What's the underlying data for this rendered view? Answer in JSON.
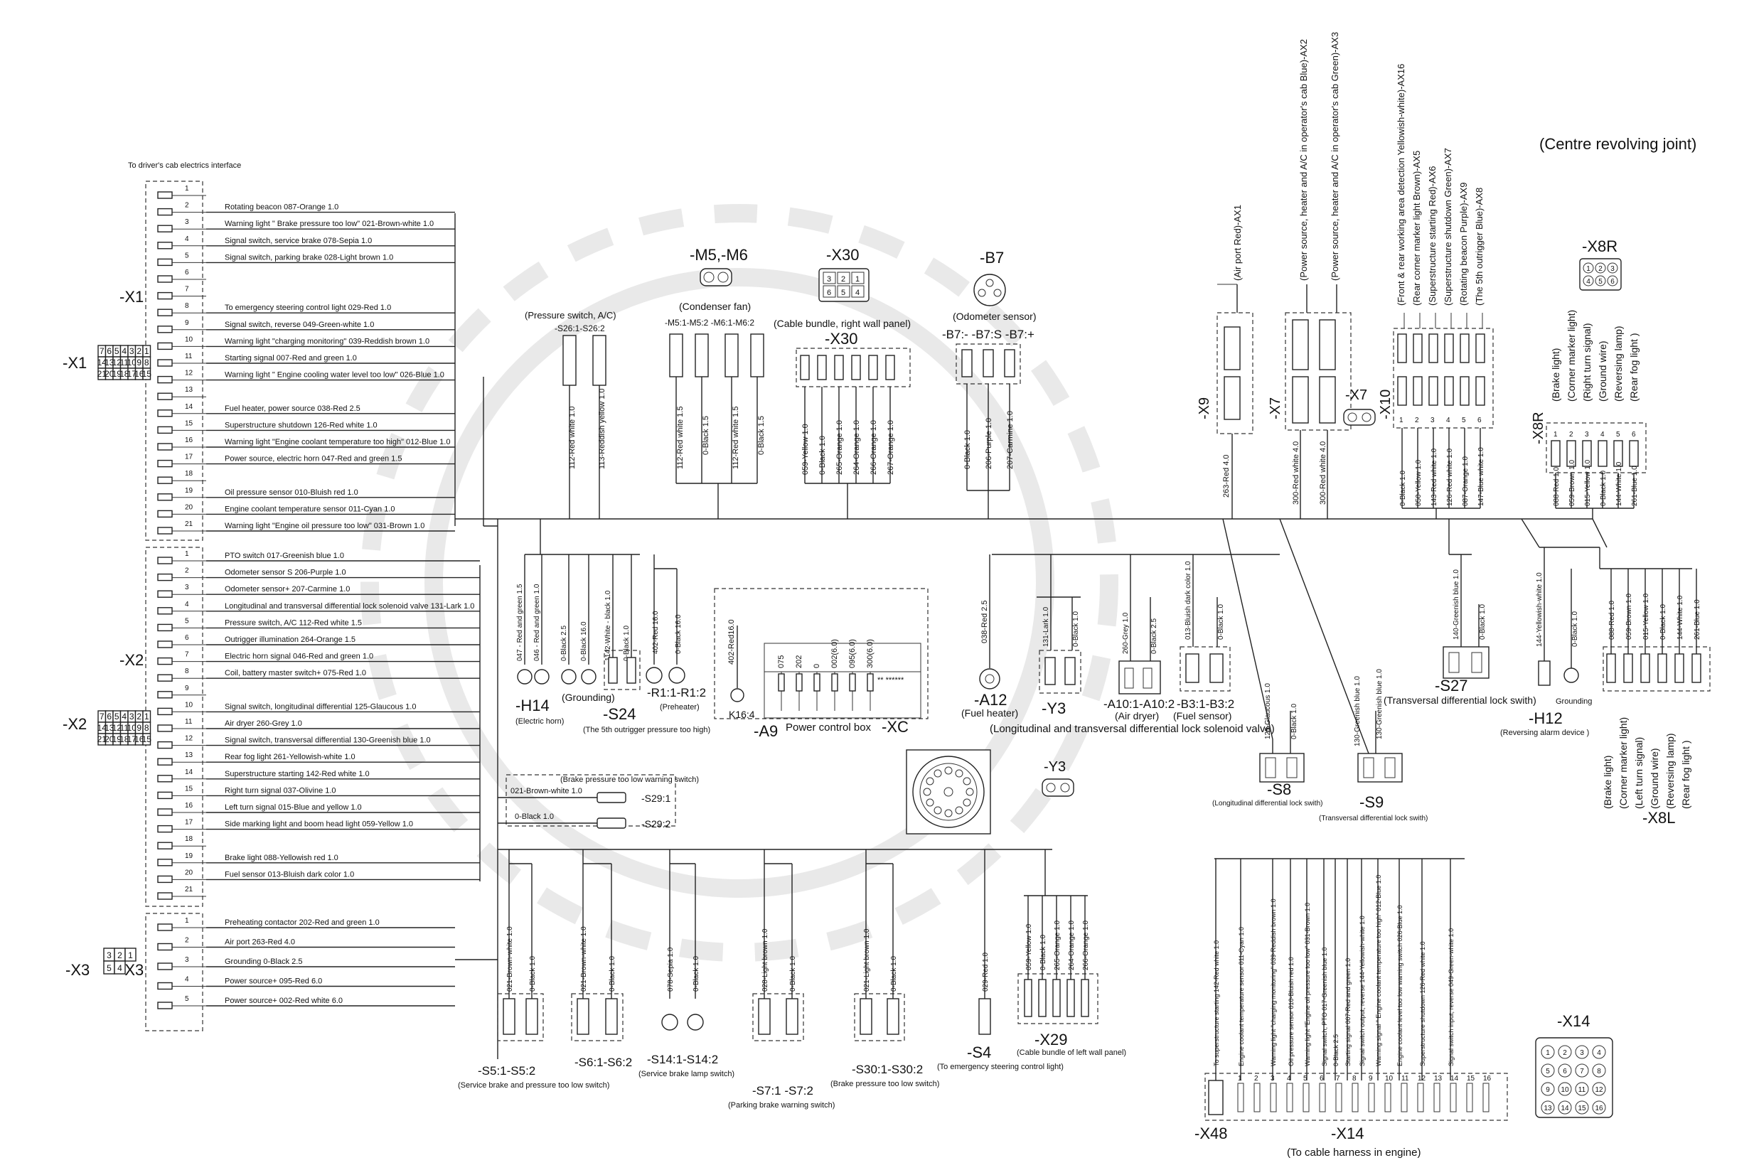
{
  "top_note": "To driver's cab electrics interface",
  "centre_joint": "(Centre revolving joint)",
  "x1": {
    "label": "-X1",
    "pins": [
      {
        "n": "1",
        "t": ""
      },
      {
        "n": "2",
        "t": "Rotating beacon 087-Orange 1.0"
      },
      {
        "n": "3",
        "t": "Warning light \" Brake pressure too low\" 021-Brown-white 1.0"
      },
      {
        "n": "4",
        "t": "Signal switch, service brake 078-Sepia 1.0"
      },
      {
        "n": "5",
        "t": "Signal switch, parking brake 028-Light brown 1.0"
      },
      {
        "n": "6",
        "t": ""
      },
      {
        "n": "7",
        "t": ""
      },
      {
        "n": "8",
        "t": "To emergency steering control light 029-Red 1.0"
      },
      {
        "n": "9",
        "t": "Signal switch, reverse 049-Green-white 1.0"
      },
      {
        "n": "10",
        "t": "Warning light \"charging monitoring\" 039-Reddish brown 1.0"
      },
      {
        "n": "11",
        "t": "Starting signal 007-Red and green 1.0"
      },
      {
        "n": "12",
        "t": "Warning light \" Engine cooling water level too low\" 026-Blue 1.0"
      },
      {
        "n": "13",
        "t": ""
      },
      {
        "n": "14",
        "t": "Fuel heater, power source 038-Red 2.5"
      },
      {
        "n": "15",
        "t": "Superstructure shutdown 126-Red white 1.0"
      },
      {
        "n": "16",
        "t": "Warning light \"Engine coolant temperature too high\" 012-Blue 1.0"
      },
      {
        "n": "17",
        "t": "Power source, electric horn 047-Red and green 1.5"
      },
      {
        "n": "18",
        "t": ""
      },
      {
        "n": "19",
        "t": "Oil pressure sensor 010-Bluish red 1.0"
      },
      {
        "n": "20",
        "t": "Engine coolant temperature sensor 011-Cyan 1.0"
      },
      {
        "n": "21",
        "t": "Warning light \"Engine oil pressure too low\" 031-Brown 1.0"
      }
    ]
  },
  "x2": {
    "label": "-X2",
    "pins": [
      {
        "n": "1",
        "t": "PTO switch 017-Greenish blue 1.0"
      },
      {
        "n": "2",
        "t": "Odometer sensor S 206-Purple 1.0"
      },
      {
        "n": "3",
        "t": "Odometer sensor+ 207-Carmine 1.0"
      },
      {
        "n": "4",
        "t": "Longitudinal and transversal differential lock solenoid valve 131-Lark 1.0"
      },
      {
        "n": "5",
        "t": "Pressure switch, A/C 112-Red white 1.5"
      },
      {
        "n": "6",
        "t": "Outrigger illumination 264-Orange 1.5"
      },
      {
        "n": "7",
        "t": "Electric horn signal 046-Red and green 1.0"
      },
      {
        "n": "8",
        "t": "Coil, battery master switch+ 075-Red 1.0"
      },
      {
        "n": "9",
        "t": ""
      },
      {
        "n": "10",
        "t": "Signal switch, longitudinal differential 125-Glaucous 1.0"
      },
      {
        "n": "11",
        "t": "Air dryer 260-Grey 1.0"
      },
      {
        "n": "12",
        "t": "Signal switch, transversal differential 130-Greenish blue 1.0"
      },
      {
        "n": "13",
        "t": "Rear fog light 261-Yellowish-white 1.0"
      },
      {
        "n": "14",
        "t": "Superstructure starting 142-Red white 1.0"
      },
      {
        "n": "15",
        "t": "Right turn signal 037-Olivine 1.0"
      },
      {
        "n": "16",
        "t": "Left turn signal 015-Blue and yellow 1.0"
      },
      {
        "n": "17",
        "t": "Side marking light and boom head light 059-Yellow 1.0"
      },
      {
        "n": "18",
        "t": ""
      },
      {
        "n": "19",
        "t": "Brake light 088-Yellowish red 1.0"
      },
      {
        "n": "20",
        "t": "Fuel sensor 013-Bluish dark color 1.0"
      },
      {
        "n": "21",
        "t": ""
      }
    ]
  },
  "x3": {
    "label": "-X3",
    "pins": [
      {
        "n": "1",
        "t": "Preheating contactor 202-Red and green 1.0"
      },
      {
        "n": "2",
        "t": "Air port 263-Red 4.0"
      },
      {
        "n": "3",
        "t": "Grounding 0-Black 2.5"
      },
      {
        "n": "4",
        "t": "Power source+ 095-Red 6.0"
      },
      {
        "n": "5",
        "t": "Power source+ 002-Red white 6.0"
      }
    ]
  },
  "face_x1": [
    "7 6 5 4 3 2 1",
    "14 13 12 11 10 9 8",
    "21 20 19 18 17 16 15"
  ],
  "face_x3": [
    "3 2 1",
    "5 4"
  ],
  "components": {
    "s26_caption": "(Pressure switch, A/C)",
    "s26_pins": "-S26:1-S26:2",
    "s26_wires": [
      "112-Red white 1.0",
      "113-Reddish yellow 1.0"
    ],
    "m5m6": "-M5,-M6",
    "m5m6_caption": "(Condenser fan)",
    "m5m6_pins": "-M5:1-M5:2 -M6:1-M6:2",
    "m5m6_wires": [
      "112-Red white 1.5",
      "0-Black 1.5",
      "112-Red white 1.5",
      "0-Black 1.5"
    ],
    "x30": "-X30",
    "x30_caption": "(Cable bundle, right wall panel)",
    "x30_wires": [
      "059-Yellow 1.0",
      "0-Black 1.0",
      "265-Orange 1.0",
      "264-Orange 1.0",
      "266-Orange 1.0",
      "267-Orange 1.0"
    ],
    "b7": "-B7",
    "b7_caption": "(Odometer sensor)",
    "b7_pins": "-B7:- -B7:S -B7:+",
    "b7_wires": [
      "0-Black 1.0",
      "206-Purple 1.0",
      "207-Carmine 1.0"
    ],
    "x9": "-X9",
    "x9_caption": "(Air port Red)-AX1",
    "x9_wire": "263-Red 4.0",
    "x7": "-X7",
    "x7_caption1": "(Power source, heater and A/C in operator's cab Blue)-AX2",
    "x7_caption2": "(Power source, heater and A/C in operator's cab Green)-AX3",
    "x7_wires": [
      "300-Red white 4.0",
      "300-Red white 4.0"
    ],
    "x10": "-X10",
    "x10_captions": [
      "(Front & rear working area detection Yellowish-white)-AX16",
      "(Rear corner marker light Brown)-AX5",
      "(Superstructure starting Red)-AX6",
      "(Superstructure shutdown Green)-AX7",
      "(Rotating beacon Purple)-AX9",
      "(The 5th outrigger Blue)-AX8"
    ],
    "x10_wires": [
      "0-Black 1.0",
      "050-Yellow 1.0",
      "143-Red white 1.0",
      "126-Red white 1.0",
      "087-Orange 1.0",
      "147-Blue white 1.0"
    ],
    "x8r": "-X8R",
    "x8r_captions": [
      "(Brake light)",
      "(Corner marker light)",
      "(Right turn signal)",
      "(Ground wire)",
      "(Reversing lamp)",
      "(Rear fog light )"
    ],
    "x8r_wires": [
      "088-Red 1.0",
      "059-Brown 1.0",
      "015-Yellow 1.0",
      "0-Black 1.0",
      "144-White 1.0",
      "261-Blue 1.0"
    ],
    "h14": "-H14",
    "h14_caption": "(Electric horn)",
    "grounding": "(Grounding)",
    "s24": "-S24",
    "s24_caption": "(The 5th outrigger pressure too high)",
    "h14_wires": [
      "047 - Red and green 1.5",
      "046 - Red and green 1.0",
      "0-Black 2.5",
      "0-Black 16.0",
      "1142-White - black 1.0",
      "0-Black 1.0"
    ],
    "r1": "-R1:1-R1:2",
    "r1_caption": "(Preheater)",
    "r1_wires": [
      "402-Red 16.0",
      "0-Black 16.0"
    ],
    "k16": "K16:4",
    "k16_wire": "402-Red16.0",
    "a9": "-A9",
    "xc": "-XC",
    "powerbox": "Power control box",
    "powerbox_cols": [
      "075",
      "202",
      "0",
      "002(6.0)",
      "095(6.0)",
      "300(6.0)"
    ],
    "a12": "-A12",
    "a12_caption": "(Fuel heater)",
    "a12_wire": "038-Red 2.5",
    "y3": "-Y3",
    "y3_wires": [
      "131-Lark 1.0",
      "0-Black 1.0"
    ],
    "y3_caption": "(Longitudinal and transversal differential lock solenoid valve)",
    "y3_face": "-Y3",
    "a10": "-A10:1-A10:2",
    "a10_caption": "(Air dryer)",
    "a10_wires": [
      "260-Grey 1.0",
      "0-Black 2.5"
    ],
    "b3": "-B3:1-B3:2",
    "b3_caption": "(Fuel sensor)",
    "b3_wires": [
      "013-Bluish dark color 1.0",
      "0-Black 1.0"
    ],
    "s8": "-S8",
    "s8_caption": "(Longitudinal differential lock swith)",
    "s8_wires": [
      "125-Glaucous 1.0",
      "0-Black 1.0"
    ],
    "s9": "-S9",
    "s9_caption": "(Transversal differential lock swith)",
    "s9_wires": [
      "130-Greenish blue 1.0",
      "130-Greenish blue 1.0"
    ],
    "s27": "-S27",
    "s27_caption": "(Transversal differential lock swith)",
    "s27_wires": [
      "140-Greenish blue 1.0",
      "0-Black 1.0"
    ],
    "h12": "-H12",
    "h12_caption": "(Reversing alarm device )",
    "h12_wires": [
      "144-Yellowish-white 1.0",
      "0-Black 1.0"
    ],
    "h12_ground": "Grounding",
    "x8l": "-X8L",
    "x8l_wires": [
      "088-Red 1.0",
      "059-Brown 1.0",
      "015-Yellow 1.0",
      "0-Black 1.0",
      "144-White 1.0",
      "261-Blue 1.0"
    ],
    "x8l_captions": [
      "(Brake light)",
      "(Corner marker light)",
      "(Left turn signal)",
      "(Ground wire)",
      "(Reversing lamp)",
      "(Rear fog light )"
    ],
    "s29_caption": "(Brake pressure too low warning switch)",
    "s29_wires": [
      "021-Brown-white 1.0",
      "0-Black 1.0"
    ],
    "s29_1": "-S29:1",
    "s29_2": "-S29:2",
    "s5": "-S5:1-S5:2",
    "s5_caption": "(Service brake and pressure too low switch)",
    "s5_wires": [
      "021-Brown-white 1.0",
      "0-Black 1.0"
    ],
    "s6": "-S6:1-S6:2",
    "s6_wires": [
      "021-Brown-white 1.0",
      "0-Black 1.0"
    ],
    "s14": "-S14:1-S14:2",
    "s14_caption": "(Service brake lamp switch)",
    "s14_wires": [
      "078-Sepia 1.0",
      "0-Black 1.0"
    ],
    "s7": "-S7:1 -S7:2",
    "s7_caption": "(Parking brake warning switch)",
    "s7_wires": [
      "028-Light brown 1.0",
      "0-Black 1.0"
    ],
    "s30": "-S30:1-S30:2",
    "s30_caption": "(Brake pressure too low switch)",
    "s30_wires": [
      "021-Light brown 1.0",
      "0-Black 1.0"
    ],
    "s4": "-S4",
    "s4_caption": "(To emergency steering control light)",
    "s4_wire": "029-Red 1.0",
    "x29": "-X29",
    "x29_caption": "(Cable bundle of left wall panel)",
    "x29_wires": [
      "059-Yellow 1.0",
      "0-Black 1.0",
      "265-Orange 1.0",
      "264-Orange 1.0",
      "266-Orange 1.0"
    ],
    "x48": "-X48",
    "x14": "-X14",
    "x14_caption": "(To cable harness in engine)",
    "x14_face": "-X14",
    "x14_wires": [
      "To superstructure starting 142-Red white 1.0",
      "Engine coolant temperature sensor 011-Cyan 1.0",
      "Warning light \"charging monitoring\" 039-Reddish brown 1.0",
      "Oil pressure sensor 010-Bluish red 1.0",
      "Warning light \"Engine oil pressure too low\" 031-Brown 1.0",
      "Signal switch, PTO 017-Greenish blue 1.0",
      "0-Black 2.5",
      "Starting signal 007-Red and green 1.0",
      "Signal switch output, reverse 144-Yellowish-white 1.0",
      "Warning signal \" Engine coolant temperature too high\" 012-Blue 1.0",
      "Engine coolant level too low warning switch 026-Blue 1.0",
      "Superstructure shutdown 126-Red white 1.0",
      "Signal switch input, reverse 049-Green-white 1.0"
    ],
    "x14_pins": [
      "1",
      "2",
      "3",
      "4",
      "5",
      "6",
      "7",
      "8",
      "9",
      "10",
      "11",
      "12",
      "13",
      "14",
      "15",
      "16"
    ]
  }
}
